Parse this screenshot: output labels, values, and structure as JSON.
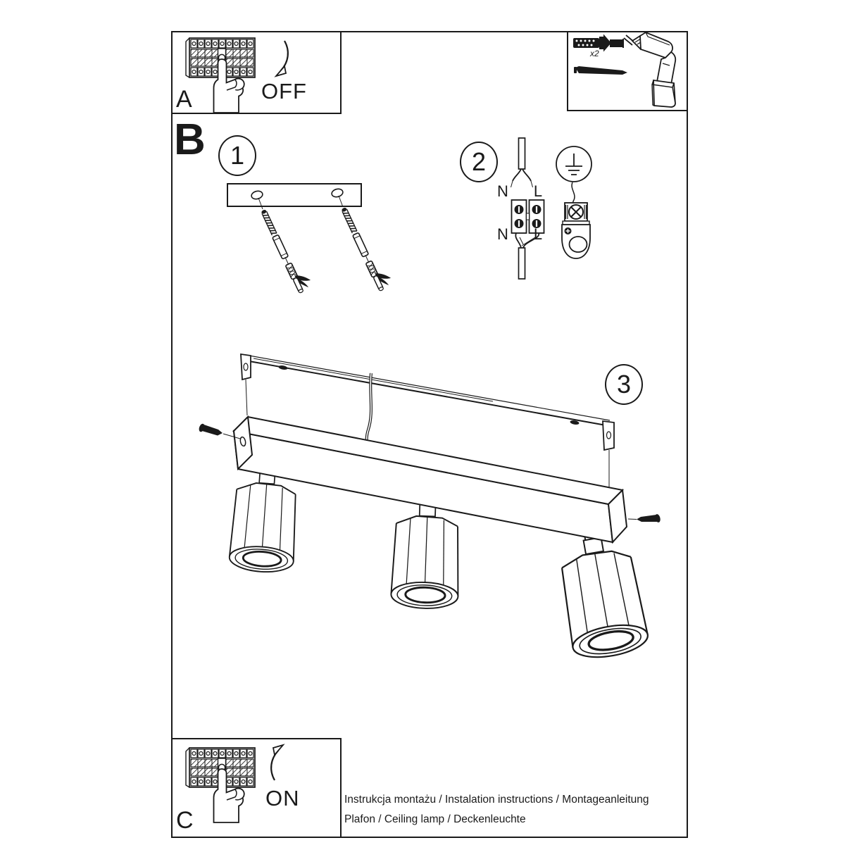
{
  "colors": {
    "ink": "#1a1a1a",
    "paper": "#ffffff"
  },
  "panel_a": {
    "label": "A",
    "state": "OFF"
  },
  "panel_c": {
    "label": "C",
    "state": "ON"
  },
  "tools": {
    "plug_count": "x2"
  },
  "section": {
    "label": "B"
  },
  "steps": {
    "one": "1",
    "two": "2",
    "three": "3"
  },
  "wiring": {
    "n_top": "N",
    "l_top": "L",
    "n_bottom": "N",
    "l_bottom": "L"
  },
  "footer": {
    "line1": "Instrukcja montażu / Instalation instructions / Montageanleitung",
    "line2": "Plafon / Ceiling lamp / Deckenleuchte"
  }
}
